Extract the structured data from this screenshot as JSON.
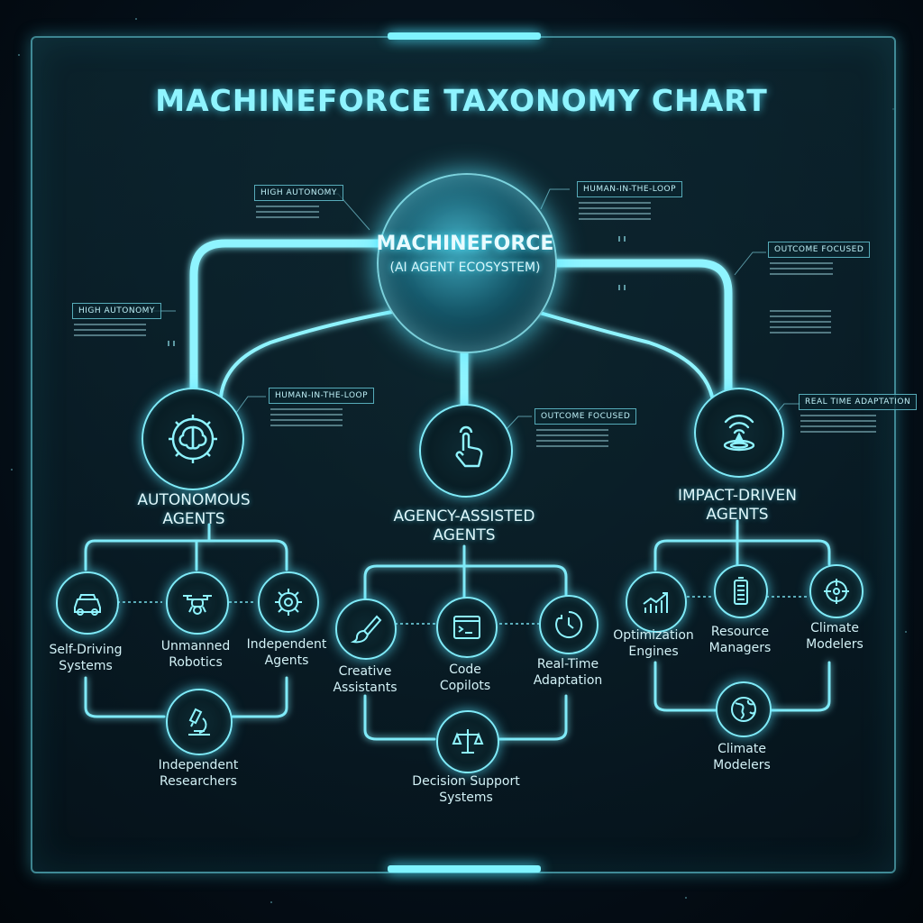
{
  "title": "MACHINEFORCE TAXONOMY CHART",
  "core": {
    "title": "MACHINEFORCE",
    "subtitle": "(AI AGENT ECOSYSTEM)"
  },
  "tags": {
    "top_left": "HIGH AUTONOMY",
    "top_right": "HUMAN-IN-THE-LOOP",
    "left": "HIGH AUTONOMY",
    "right_top": "OUTCOME FOCUSED",
    "mid_left": "HUMAN-IN-THE-LOOP",
    "mid_center": "OUTCOME FOCUSED",
    "mid_right": "REAL TIME ADAPTATION"
  },
  "categories": [
    {
      "label": "AUTONOMOUS\nAGENTS",
      "icon": "brain-gear-icon"
    },
    {
      "label": "AGENCY-ASSISTED\nAGENTS",
      "icon": "pointing-hand-icon"
    },
    {
      "label": "IMPACT-DRIVEN\nAGENTS",
      "icon": "signal-location-icon"
    }
  ],
  "leaves": {
    "autonomous": [
      {
        "label": "Self-Driving\nSystems",
        "icon": "car-icon"
      },
      {
        "label": "Unmanned\nRobotics",
        "icon": "drone-icon"
      },
      {
        "label": "Independent\nAgents",
        "icon": "gear-icon"
      },
      {
        "label": "Independent\nResearchers",
        "icon": "microscope-icon"
      }
    ],
    "assisted": [
      {
        "label": "Creative\nAssistants",
        "icon": "paintbrush-icon"
      },
      {
        "label": "Code\nCopilots",
        "icon": "terminal-icon"
      },
      {
        "label": "Real-Time\nAdaptation",
        "icon": "timer-icon"
      },
      {
        "label": "Decision Support\nSystems",
        "icon": "scales-icon"
      }
    ],
    "impact": [
      {
        "label": "Optimization\nEngines",
        "icon": "growth-chart-icon"
      },
      {
        "label": "Resource\nManagers",
        "icon": "battery-icon"
      },
      {
        "label": "Climate\nModelers",
        "icon": "network-globe-icon"
      },
      {
        "label": "Climate\nModelers",
        "icon": "earth-icon"
      }
    ]
  },
  "colors": {
    "accent": "#7feaf8",
    "glow": "#4fe6ff",
    "background": "#05101a"
  }
}
